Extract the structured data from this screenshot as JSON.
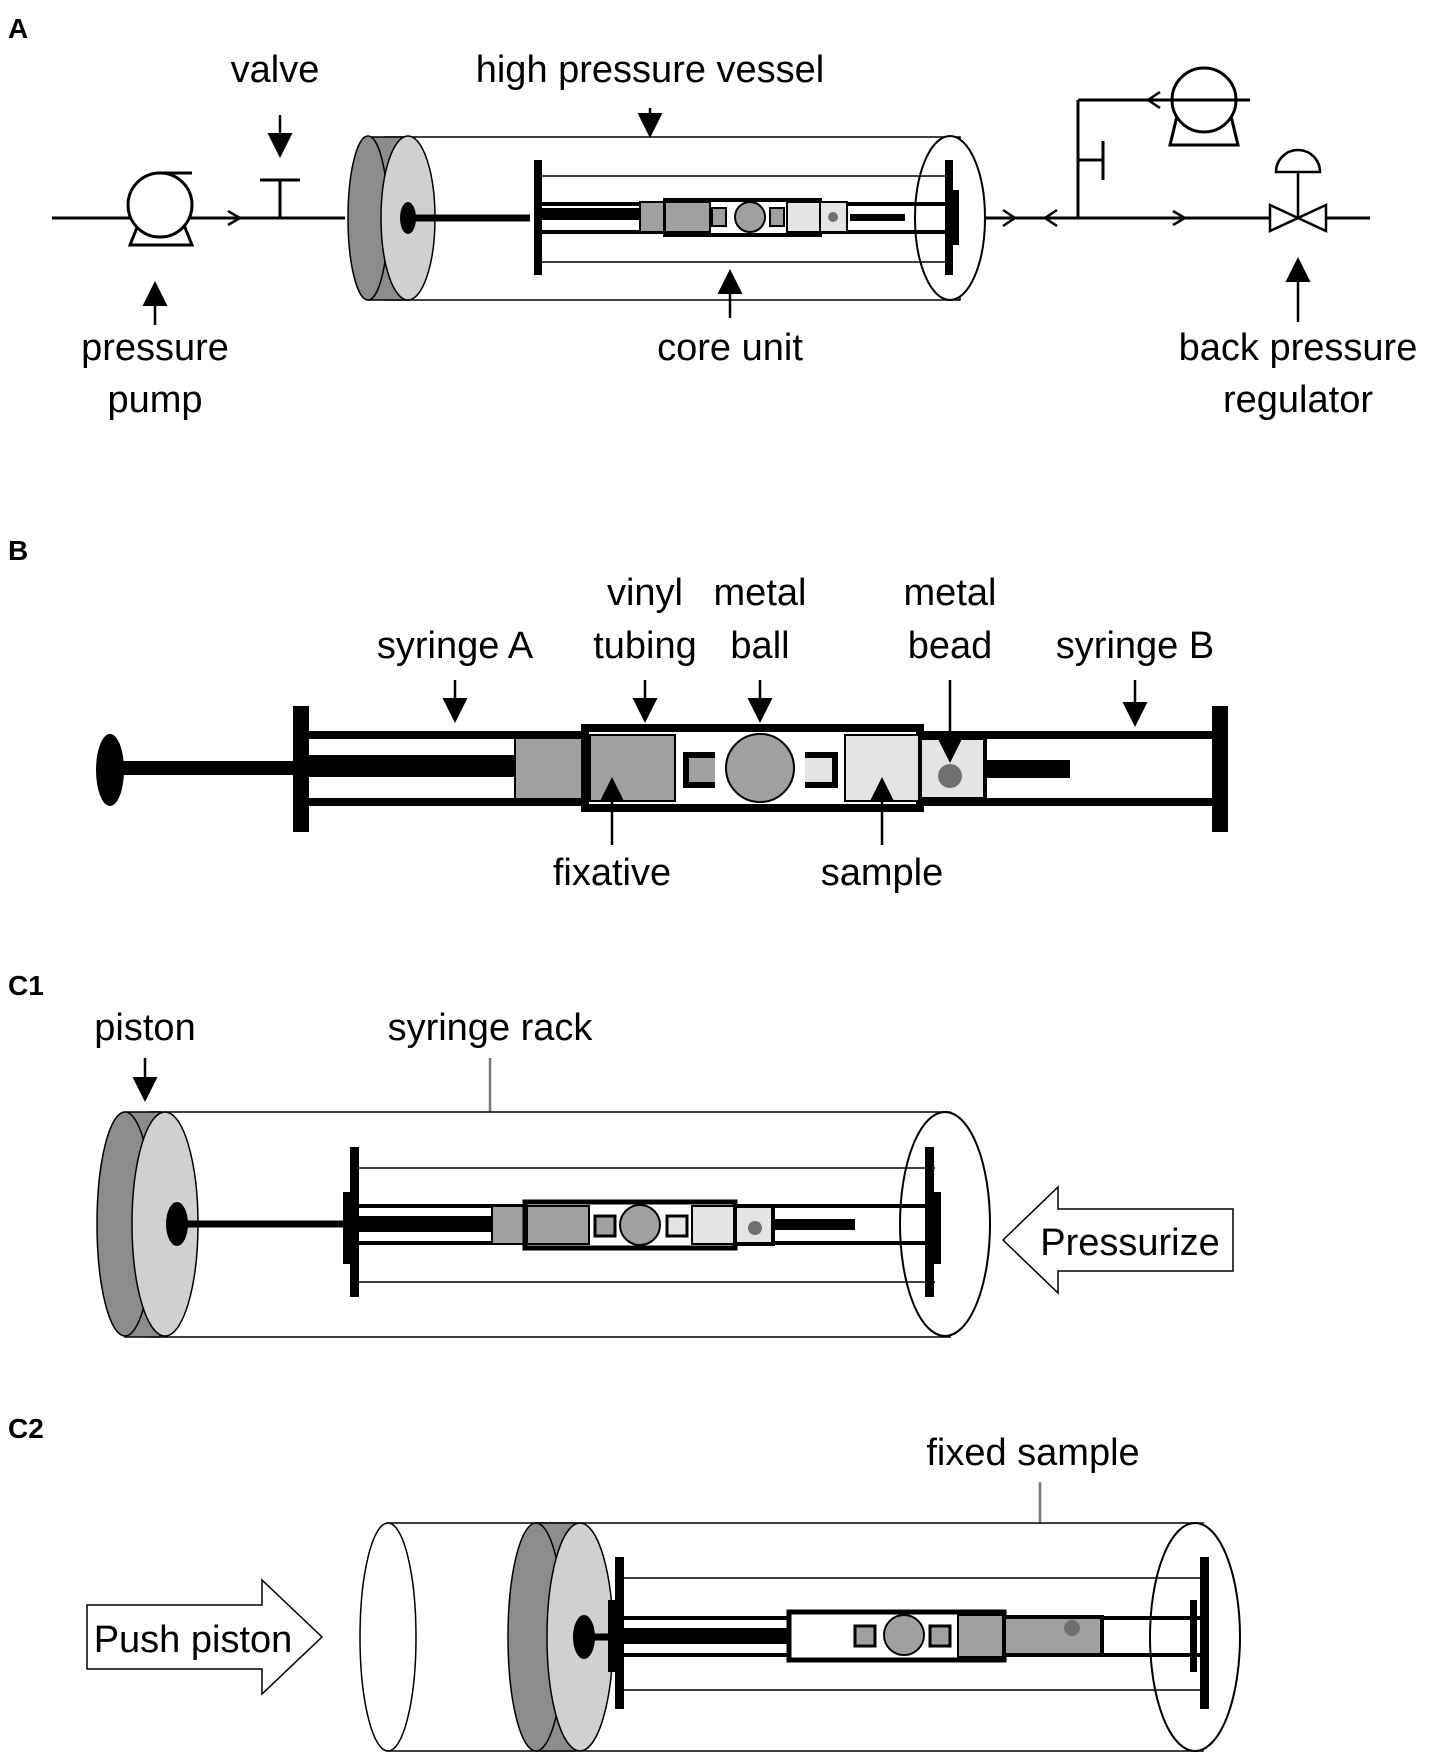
{
  "panels": {
    "A": "A",
    "B": "B",
    "C1": "C1",
    "C2": "C2"
  },
  "panel_a": {
    "valve": "valve",
    "vessel": "high pressure vessel",
    "pump_line1": "pressure",
    "pump_line2": "pump",
    "core_unit": "core unit",
    "bpr_line1": "back pressure",
    "bpr_line2": "regulator"
  },
  "panel_b": {
    "syringe_a": "syringe A",
    "vinyl_line1": "vinyl",
    "vinyl_line2": "tubing",
    "ball_line1": "metal",
    "ball_line2": "ball",
    "bead_line1": "metal",
    "bead_line2": "bead",
    "syringe_b": "syringe B",
    "fixative": "fixative",
    "sample": "sample"
  },
  "panel_c1": {
    "piston": "piston",
    "syringe_rack": "syringe rack",
    "pressurize": "Pressurize"
  },
  "panel_c2": {
    "fixed_sample": "fixed sample",
    "push_piston": "Push piston"
  },
  "colors": {
    "piston_dark": "#8c8c8c",
    "piston_light": "#d0d0d0",
    "fill_gray": "#a0a0a0",
    "fill_light": "#e4e4e4",
    "bead": "#707070"
  }
}
